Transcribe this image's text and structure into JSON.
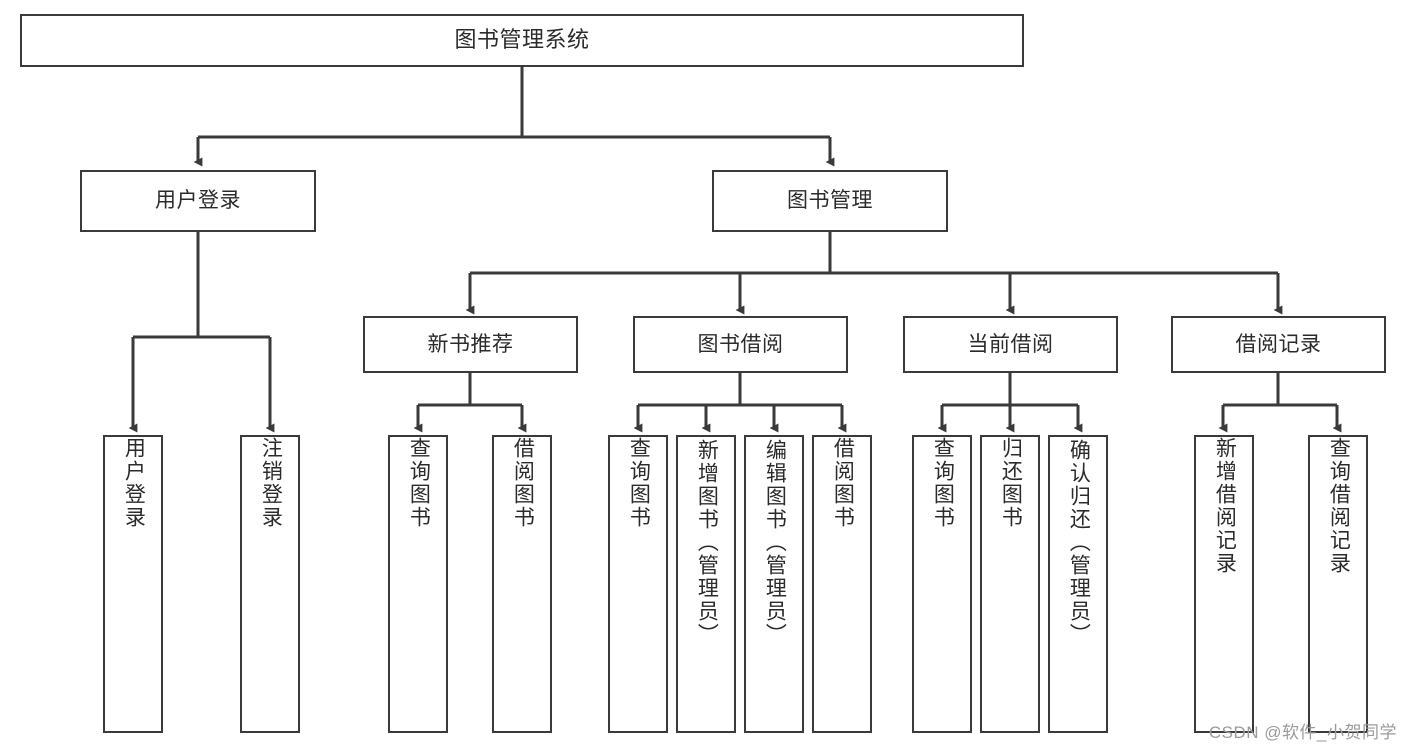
{
  "diagram": {
    "type": "tree",
    "title": "图书管理系统",
    "root": {
      "id": "root",
      "label": "图书管理系统"
    },
    "level2": [
      {
        "id": "user-login",
        "label": "用户登录"
      },
      {
        "id": "book-manage",
        "label": "图书管理"
      }
    ],
    "level3": [
      {
        "id": "new-book-rec",
        "label": "新书推荐",
        "parent": "book-manage"
      },
      {
        "id": "book-borrow",
        "label": "图书借阅",
        "parent": "book-manage"
      },
      {
        "id": "current-borrow",
        "label": "当前借阅",
        "parent": "book-manage"
      },
      {
        "id": "borrow-record",
        "label": "借阅记录",
        "parent": "book-manage"
      }
    ],
    "leaves": {
      "user-login": [
        {
          "id": "leaf-user-login",
          "label": "用户登录"
        },
        {
          "id": "leaf-logout",
          "label": "注销登录"
        }
      ],
      "new-book-rec": [
        {
          "id": "leaf-query-book-1",
          "label": "查询图书"
        },
        {
          "id": "leaf-borrow-book-1",
          "label": "借阅图书"
        }
      ],
      "book-borrow": [
        {
          "id": "leaf-query-book-2",
          "label": "查询图书"
        },
        {
          "id": "leaf-add-book",
          "label": "新增图书（管理员）"
        },
        {
          "id": "leaf-edit-book",
          "label": "编辑图书（管理员）"
        },
        {
          "id": "leaf-borrow-book-2",
          "label": "借阅图书"
        }
      ],
      "current-borrow": [
        {
          "id": "leaf-query-book-3",
          "label": "查询图书"
        },
        {
          "id": "leaf-return-book",
          "label": "归还图书"
        },
        {
          "id": "leaf-confirm-return",
          "label": "确认归还（管理员）"
        }
      ],
      "borrow-record": [
        {
          "id": "leaf-add-record",
          "label": "新增借阅记录"
        },
        {
          "id": "leaf-query-record",
          "label": "查询借阅记录"
        }
      ]
    }
  },
  "watermark": {
    "text": "CSDN @软件_小贺同学"
  },
  "colors": {
    "stroke": "#3a3a3a",
    "background": "#ffffff",
    "text": "#2b2b2b",
    "watermark": "#9b9b9b"
  }
}
